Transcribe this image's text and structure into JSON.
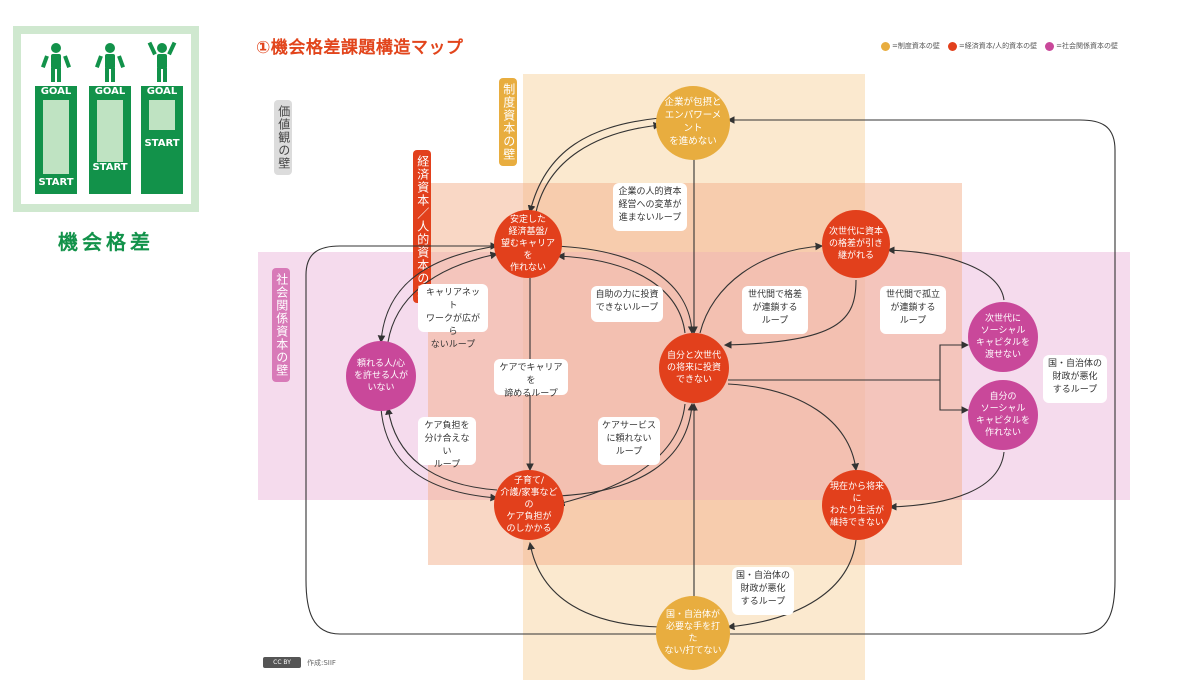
{
  "logo": {
    "goal_labels": [
      "GOAL",
      "GOAL",
      "GOAL"
    ],
    "start_labels": [
      "START",
      "START",
      "START"
    ],
    "caption": "機会格差"
  },
  "title": "①機会格差課題構造マップ",
  "legend": [
    {
      "label": "=制度資本の壁",
      "color": "#e8ad3f"
    },
    {
      "label": "=経済資本/人的資本の壁",
      "color": "#e2401c"
    },
    {
      "label": "=社会関係資本の壁",
      "color": "#c9489a"
    }
  ],
  "walls": {
    "values": "価値観の壁",
    "institutional": "制度資本の壁",
    "economic": "経済資本／人的資本の壁",
    "social": "社会関係資本の壁"
  },
  "nodes": {
    "company": "企業が包摂と\nエンパワーメント\nを進めない",
    "stable": "安定した\n経済基盤/\n望むキャリアを\n作れない",
    "next_gen_gap": "次世代に資本\nの格差が引き\n継がれる",
    "trust": "頼れる人/心\nを許せる人が\nいない",
    "self_future": "自分と次世代\nの将来に投資\nできない",
    "pass_social": "次世代に\nソーシャル\nキャピタルを\n渡せない",
    "own_social": "自分の\nソーシャル\nキャピタルを\n作れない",
    "care": "子育て/\n介護/家事などの\nケア負担が\nのしかかる",
    "maintain": "現在から将来に\nわたり生活が\n維持できない",
    "govt": "国・自治体が\n必要な手を打た\nない/打てない"
  },
  "loops": {
    "corp_hr": "企業の人的資本\n経営への変革が\n進まないループ",
    "career_net": "キャリアネット\nワークが広がら\nないループ",
    "self_help": "自助の力に投資\nできないループ",
    "gen_gap": "世代間で格差\nが連鎖する\nループ",
    "gen_isolation": "世代間で孤立\nが連鎖する\nループ",
    "care_career": "ケアでキャリアを\n諦めるループ",
    "care_share": "ケア負担を\n分け合えない\nループ",
    "care_service": "ケアサービス\nに頼れない\nループ",
    "fiscal_right": "国・自治体の\n財政が悪化\nするループ",
    "fiscal_bottom": "国・自治体の\n財政が悪化\nするループ"
  },
  "credit": "作成:SIIF",
  "cc_label": "CC BY"
}
